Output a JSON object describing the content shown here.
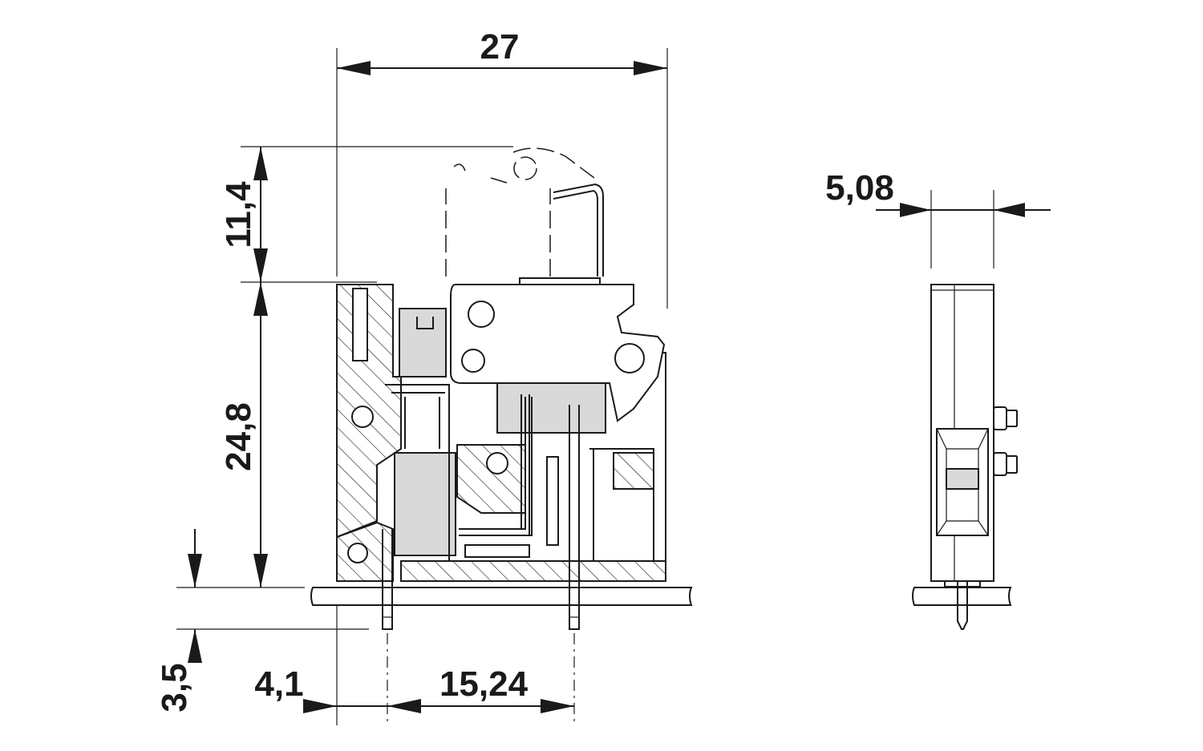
{
  "dimensions": {
    "width_total": "27",
    "height_upper": "11,4",
    "height_body": "24,8",
    "pin_length": "3,5",
    "pin_offset": "4,1",
    "pin_pitch": "15,24",
    "side_width": "5,08"
  }
}
